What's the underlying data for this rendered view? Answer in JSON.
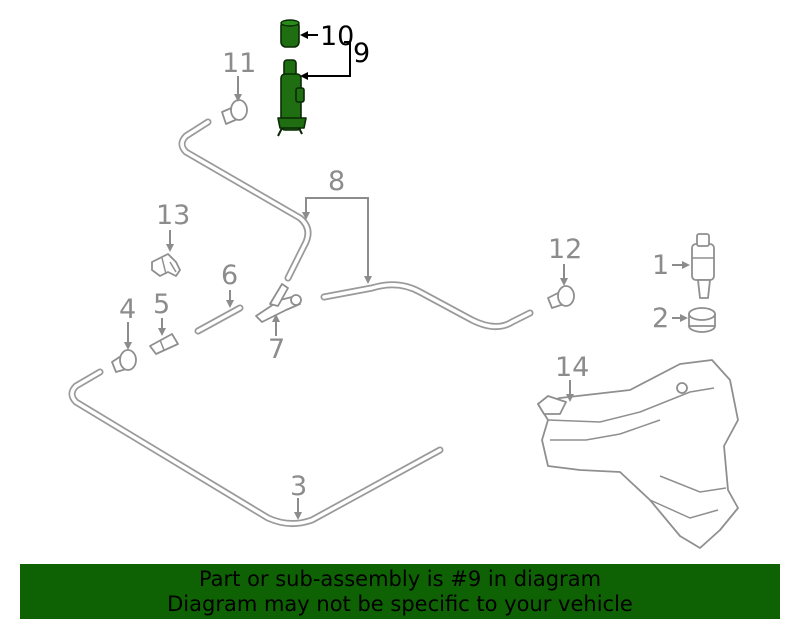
{
  "callouts": [
    {
      "label": "1"
    },
    {
      "label": "2"
    },
    {
      "label": "3"
    },
    {
      "label": "4"
    },
    {
      "label": "5"
    },
    {
      "label": "6"
    },
    {
      "label": "7"
    },
    {
      "label": "8"
    },
    {
      "label": "9"
    },
    {
      "label": "10"
    },
    {
      "label": "11"
    },
    {
      "label": "12"
    },
    {
      "label": "13"
    },
    {
      "label": "14"
    }
  ],
  "highlight_color": "#1f6e12",
  "banner": {
    "line1": "Part or sub-assembly is #9 in diagram",
    "line2": "Diagram may not be specific to your vehicle",
    "background": "#0e6204"
  }
}
